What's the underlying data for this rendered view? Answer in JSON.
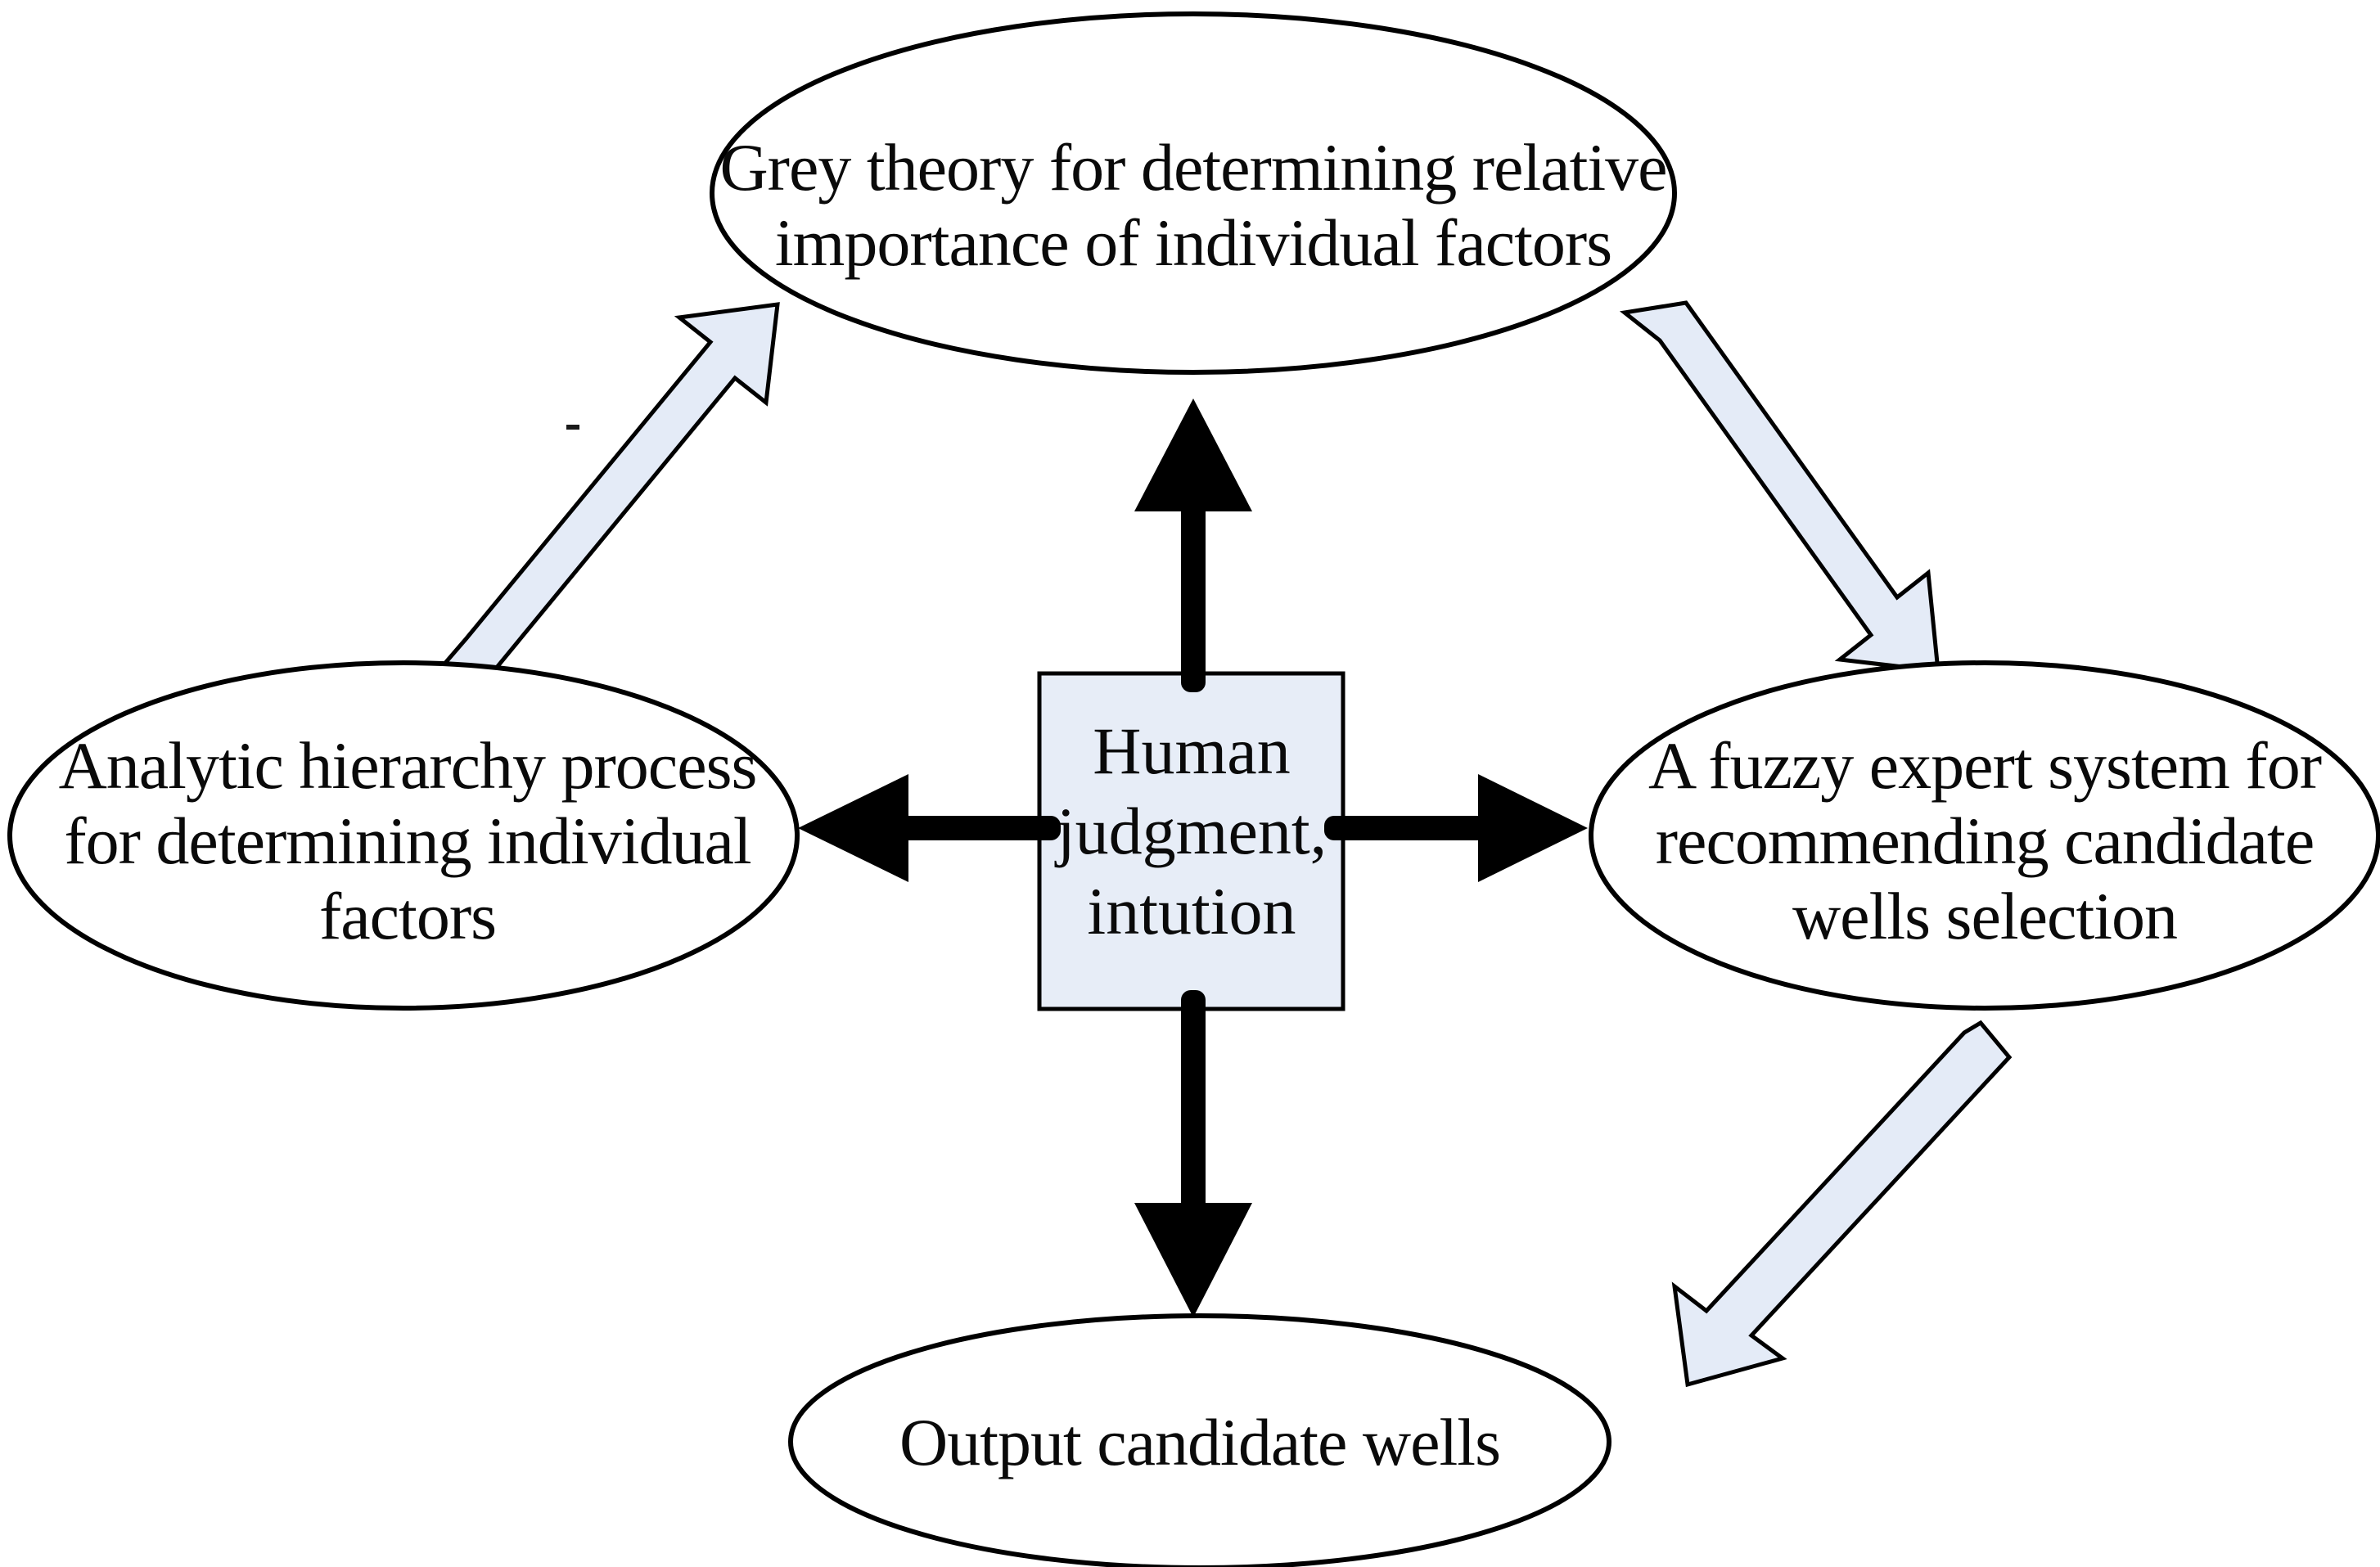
{
  "diagram": {
    "title": "Candidate well selection methodology flow diagram",
    "background_color": "#ffffff",
    "node_fill": "#ffffff",
    "node_stroke": "#000000",
    "center_box_fill": "#e7edf7",
    "block_arrow_fill": "#e4ebf7",
    "block_arrow_stroke": "#000000",
    "black_arrow_color": "#000000"
  },
  "nodes": {
    "grey_theory": {
      "id": "grey-theory",
      "shape": "ellipse",
      "line1": "Grey theory for determining relative",
      "line2": "importance of individual factors"
    },
    "ahp": {
      "id": "analytic-hierarchy-process",
      "shape": "ellipse",
      "line1": "Analytic hierarchy process",
      "line2": "for determining individual",
      "line3": "factors"
    },
    "fuzzy_expert": {
      "id": "fuzzy-expert-system",
      "shape": "ellipse",
      "line1": "A fuzzy expert system for",
      "line2": "recommending candidate",
      "line3": "wells selection"
    },
    "output_wells": {
      "id": "output-candidate-wells",
      "shape": "ellipse",
      "line1": "Output candidate wells"
    },
    "human_judgment": {
      "id": "human-judgment",
      "shape": "rectangle",
      "line1": "Human",
      "line2": "judgment,",
      "line3": "intution"
    }
  },
  "connections": [
    {
      "id": "human-to-grey-theory",
      "style": "solid-black-arrow",
      "from": "human_judgment",
      "to": "grey_theory",
      "direction": "up"
    },
    {
      "id": "human-to-ahp",
      "style": "solid-black-arrow",
      "from": "human_judgment",
      "to": "ahp",
      "direction": "left"
    },
    {
      "id": "human-to-fuzzy-expert",
      "style": "solid-black-arrow",
      "from": "human_judgment",
      "to": "fuzzy_expert",
      "direction": "right"
    },
    {
      "id": "human-to-output-wells",
      "style": "solid-black-arrow",
      "from": "human_judgment",
      "to": "output_wells",
      "direction": "down"
    },
    {
      "id": "ahp-to-grey-theory",
      "style": "block-arrow",
      "from": "ahp",
      "to": "grey_theory",
      "direction": "up-right"
    },
    {
      "id": "grey-theory-to-fuzzy-expert",
      "style": "block-arrow",
      "from": "grey_theory",
      "to": "fuzzy_expert",
      "direction": "down-right"
    },
    {
      "id": "fuzzy-expert-to-output-wells",
      "style": "block-arrow",
      "from": "fuzzy_expert",
      "to": "output_wells",
      "direction": "down-left"
    }
  ]
}
